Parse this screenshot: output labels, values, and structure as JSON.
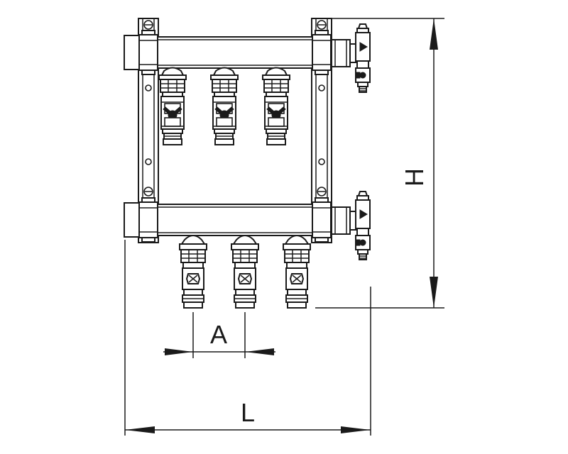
{
  "drawing": {
    "labels": {
      "height": "H",
      "spacing": "A",
      "length": "L"
    },
    "components": {
      "supply_outlet_valves": 3,
      "return_outlet_valves": 3,
      "bars": 2,
      "end_valves": 2
    },
    "line_color": "#1a1a1a",
    "background": "#ffffff"
  }
}
